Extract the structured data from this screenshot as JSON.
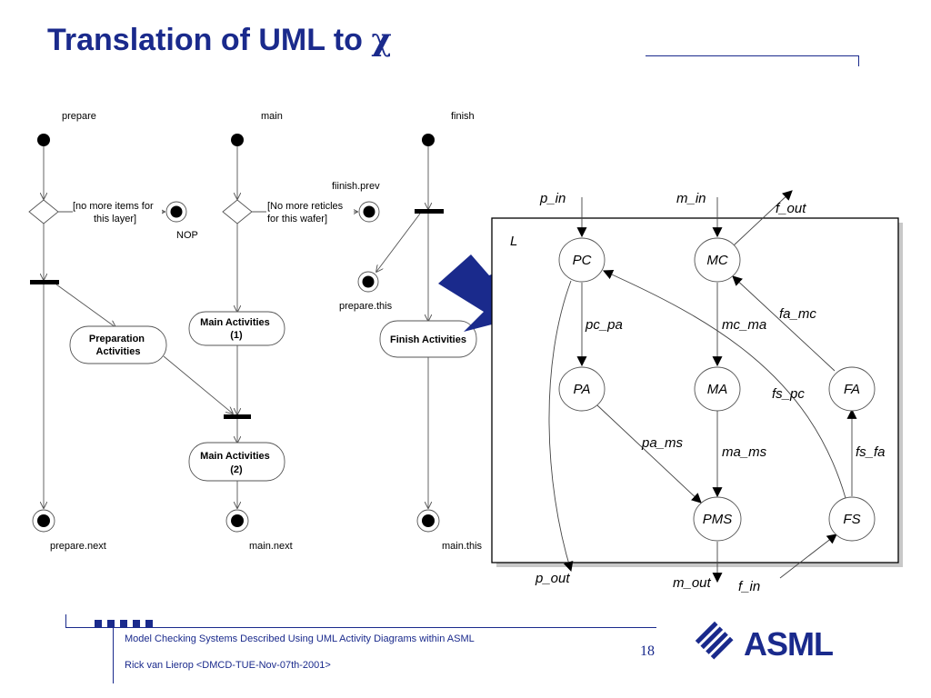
{
  "slide": {
    "title": "Translation of UML to ",
    "title_symbol": "χ",
    "footer_line1": "Model Checking Systems Described Using UML Activity Diagrams within ASML",
    "footer_line2": "Rick van Lierop <DMCD-TUE-Nov-07th-2001>",
    "page_number": "18",
    "brand_color": "#1a2a8c",
    "logo_text": "ASML"
  },
  "activity_diagram": {
    "columns": {
      "prepare": "prepare",
      "main": "main",
      "finish": "finish"
    },
    "prepare_guard_line1": "[no more items for",
    "prepare_guard_line2": "this layer]",
    "nop_label": "NOP",
    "preparation_activities_line1": "Preparation",
    "preparation_activities_line2": "Activities",
    "prepare_next": "prepare.next",
    "main_guard_line1": "[No more reticles",
    "main_guard_line2": "for this wafer]",
    "main_activities_1_line1": "Main Activities",
    "main_activities_1_line2": "(1)",
    "main_activities_2_line1": "Main Activities",
    "main_activities_2_line2": "(2)",
    "main_next": "main.next",
    "finish_prev": "fiinish.prev",
    "prepare_this": "prepare.this",
    "finish_activities": "Finish Activities",
    "main_this": "main.this"
  },
  "chi_model": {
    "box_label": "L",
    "nodes": {
      "PC": "PC",
      "MC": "MC",
      "PA": "PA",
      "MA": "MA",
      "FA": "FA",
      "PMS": "PMS",
      "FS": "FS"
    },
    "channels": {
      "p_in": "p_in",
      "m_in": "m_in",
      "f_out": "f_out",
      "pc_pa": "pc_pa",
      "mc_ma": "mc_ma",
      "fa_mc": "fa_mc",
      "fs_pc": "fs_pc",
      "pa_ms": "pa_ms",
      "ma_ms": "ma_ms",
      "fs_fa": "fs_fa",
      "p_out": "p_out",
      "m_out": "m_out",
      "f_in": "f_in"
    }
  }
}
